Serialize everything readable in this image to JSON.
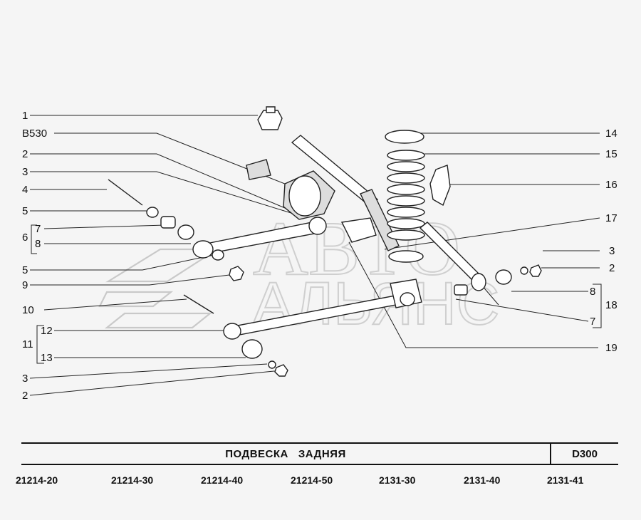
{
  "callouts": {
    "c1": "1",
    "b530": "B530",
    "c2a": "2",
    "c3a": "3",
    "c4": "4",
    "c5a": "5",
    "c6": "6",
    "c7a": "7",
    "c8a": "8",
    "c5b": "5",
    "c9": "9",
    "c10": "10",
    "c11": "11",
    "c12": "12",
    "c13": "13",
    "c3b": "3",
    "c2b": "2",
    "c14": "14",
    "c15": "15",
    "c16": "16",
    "c17": "17",
    "c3c": "3",
    "c2c": "2",
    "c8b": "8",
    "c18": "18",
    "c7b": "7",
    "c19": "19"
  },
  "title": "ПОДВЕСКА   ЗАДНЯЯ",
  "code": "D300",
  "models": [
    "21214-20",
    "21214-30",
    "21214-40",
    "21214-50",
    "2131-30",
    "2131-40",
    "2131-41"
  ]
}
